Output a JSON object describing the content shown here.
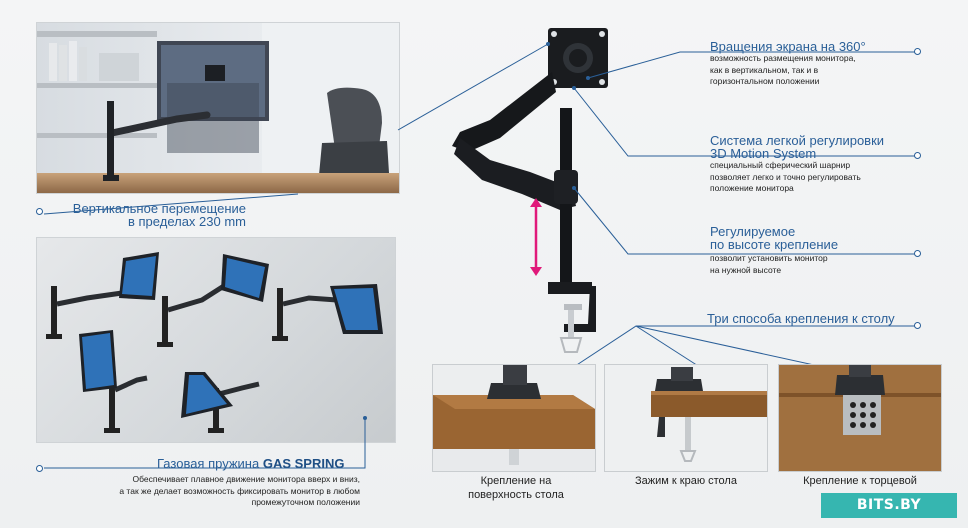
{
  "features": {
    "rotation": {
      "title": "Вращения экрана на 360°",
      "text": "возможность размещения монитора,\nкак в вертикальном, так и в\nгоризонтальном положении"
    },
    "motion": {
      "title_line1": "Система легкой регулировки",
      "title_line2": "3D Motion System",
      "text": "специальный сферический шарнир\nпозволяет легко и точно регулировать\nположение монитора"
    },
    "height": {
      "title_line1": "Регулируемое",
      "title_line2": "по высоте крепление",
      "text": "позволит установить монитор\nна нужной высоте"
    },
    "vertical": {
      "title_line1": "Вертикальное перемещение",
      "title_line2": "в пределах 230 mm"
    },
    "gas": {
      "title_prefix": "Газовая пружина ",
      "title_bold": "GAS SPRING",
      "text": "Обеспечивает плавное движение монитора вверх и вниз,\nа так же делает возможность фиксировать монитор в любом\nпромежуточном положении"
    },
    "mounting": {
      "title": "Три способа крепления к столу"
    }
  },
  "mount_options": [
    {
      "caption": "Крепление на\nповерхность стола"
    },
    {
      "caption": "Зажим к краю стола"
    },
    {
      "caption": "Крепление к торцевой"
    }
  ],
  "logo": {
    "text": "BITS.BY"
  },
  "colors": {
    "accent_blue": "#2a5f98",
    "arrow_magenta": "#e0197a",
    "logo_teal": "#36b6b0",
    "wood": "#9a6532"
  }
}
